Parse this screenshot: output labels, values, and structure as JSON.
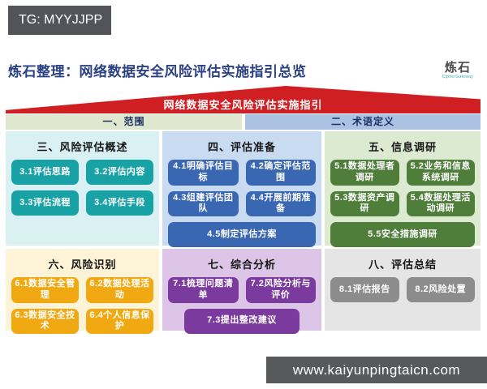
{
  "badge": {
    "label": "TG: MYYJJPP"
  },
  "header": {
    "title": "炼石整理：网络数据安全风险评估实施指引总览",
    "logo_text": "炼石",
    "logo_subtext": "CipherGateway"
  },
  "banner": {
    "label": "网络数据安全风险评估实施指引"
  },
  "scope_headers": [
    {
      "label": "一、范围"
    },
    {
      "label": "二、术语定义"
    }
  ],
  "sections": [
    {
      "title": "三、风险评估概述",
      "bg": "#d9f1f2",
      "button_color": "#18a2a6",
      "items": [
        "3.1评估思路",
        "3.2评估内容",
        "3.3评估流程",
        "3.4评估手段"
      ]
    },
    {
      "title": "四、评估准备",
      "bg": "#c9dbf1",
      "button_color": "#3a67b2",
      "items": [
        "4.1明确评估目标",
        "4.2确定评估范围",
        "4.3组建评估团队",
        "4.4开展前期准备",
        "4.5制定评估方案"
      ]
    },
    {
      "title": "五、信息调研",
      "bg": "#dcead2",
      "button_color": "#4f7d3a",
      "items": [
        "5.1数据处理者调研",
        "5.2业务和信息系统调研",
        "5.3数据资产调研",
        "5.4数据处理活动调研",
        "5.5安全措施调研"
      ]
    },
    {
      "title": "六、风险识别",
      "bg": "#fdf3d6",
      "button_color": "#f0a912",
      "items": [
        "6.1数据安全管理",
        "6.2数据处理活动",
        "6.3数据安全技术",
        "6.4个人信息保护"
      ]
    },
    {
      "title": "七、综合分析",
      "bg": "#ddc5e8",
      "button_color": "#7b3a9d",
      "items": [
        "7.1梳理问题清单",
        "7.2风险分析与评价",
        "7.3提出整改建议"
      ]
    },
    {
      "title": "八、评估总结",
      "bg": "#e5e5e5",
      "button_color": "#8c8c8c",
      "items": [
        "8.1评估报告",
        "8.2风险处置"
      ]
    }
  ],
  "footer": {
    "url": "www.kaiyunpingtaicn.com"
  },
  "colors": {
    "red": "#d01f23",
    "title": "#2b4185",
    "badge_bg": "#525459",
    "footer_bg": "#58595b",
    "header_left_bg": "#dfe7cf",
    "header_right_bg": "#abc2e3"
  }
}
